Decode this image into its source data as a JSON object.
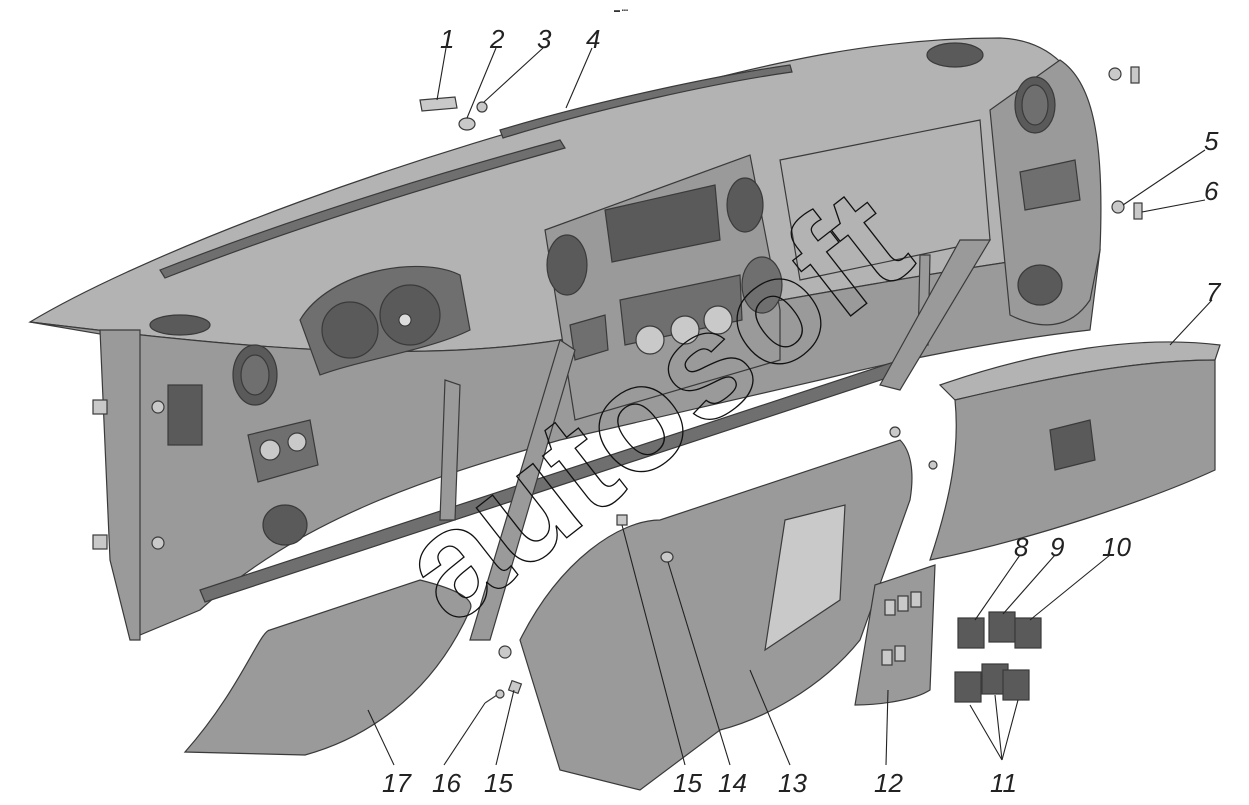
{
  "header_mark": "▬ ▪▪▪",
  "watermark": "autosoft",
  "callouts": [
    {
      "id": "1",
      "label": "1"
    },
    {
      "id": "2",
      "label": "2"
    },
    {
      "id": "3",
      "label": "3"
    },
    {
      "id": "4",
      "label": "4"
    },
    {
      "id": "5",
      "label": "5"
    },
    {
      "id": "6",
      "label": "6"
    },
    {
      "id": "7",
      "label": "7"
    },
    {
      "id": "8",
      "label": "8"
    },
    {
      "id": "9",
      "label": "9"
    },
    {
      "id": "10",
      "label": "10"
    },
    {
      "id": "11",
      "label": "11"
    },
    {
      "id": "12",
      "label": "12"
    },
    {
      "id": "13",
      "label": "13"
    },
    {
      "id": "14",
      "label": "14"
    },
    {
      "id": "15a",
      "label": "15"
    },
    {
      "id": "15b",
      "label": "15"
    },
    {
      "id": "16",
      "label": "16"
    },
    {
      "id": "17",
      "label": "17"
    }
  ],
  "colors": {
    "part_body": "#9a9a9a",
    "part_top": "#b3b3b3",
    "part_dark": "#6f6f6f",
    "line": "#222222"
  }
}
